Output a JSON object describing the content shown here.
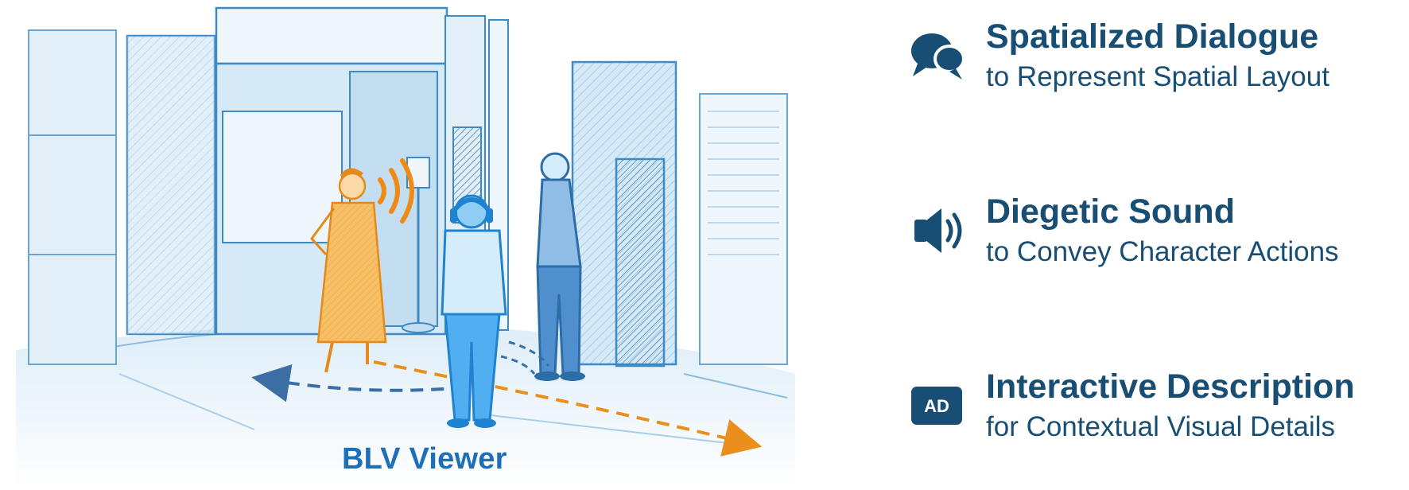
{
  "scene": {
    "viewer_label": "BLV Viewer",
    "colors": {
      "building": "#a9cfea",
      "building_line": "#3d8ac6",
      "speaker": "#f3a33a",
      "viewer": "#2f9be0",
      "man": "#2d6da7"
    }
  },
  "features": [
    {
      "icon": "speech-bubbles-icon",
      "title": "Spatialized Dialogue",
      "subtitle": "to Represent Spatial Layout"
    },
    {
      "icon": "speaker-icon",
      "title": "Diegetic Sound",
      "subtitle": "to Convey Character Actions"
    },
    {
      "icon": "ad-badge-icon",
      "badge_text": "AD",
      "title": "Interactive Description",
      "subtitle": "for Contextual Visual Details"
    }
  ],
  "colors": {
    "heading": "#184e73",
    "caption": "#1c6fb8"
  }
}
